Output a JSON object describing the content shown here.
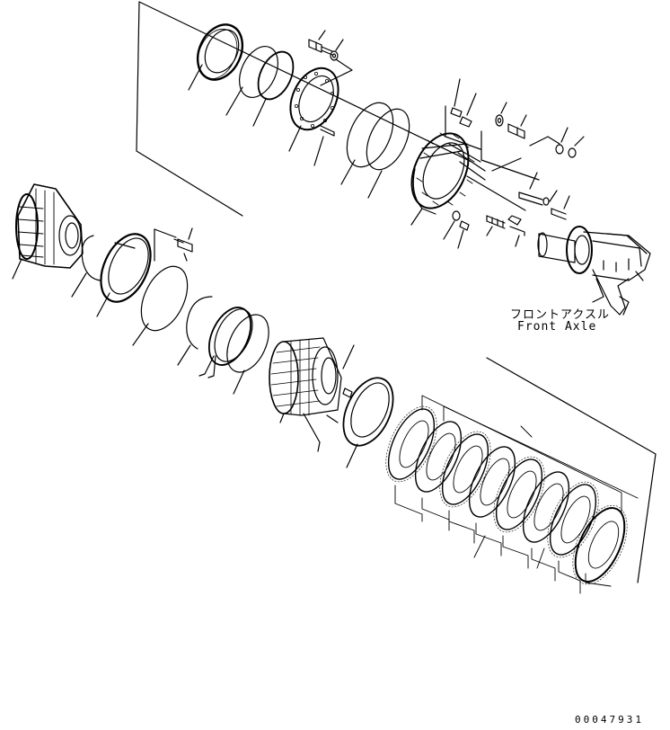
{
  "labels": {
    "assembly_jp": "フロントアクスル",
    "assembly_en": "Front Axle",
    "drawing_code": "00047931"
  },
  "colors": {
    "line": "#000000",
    "background": "#ffffff"
  }
}
